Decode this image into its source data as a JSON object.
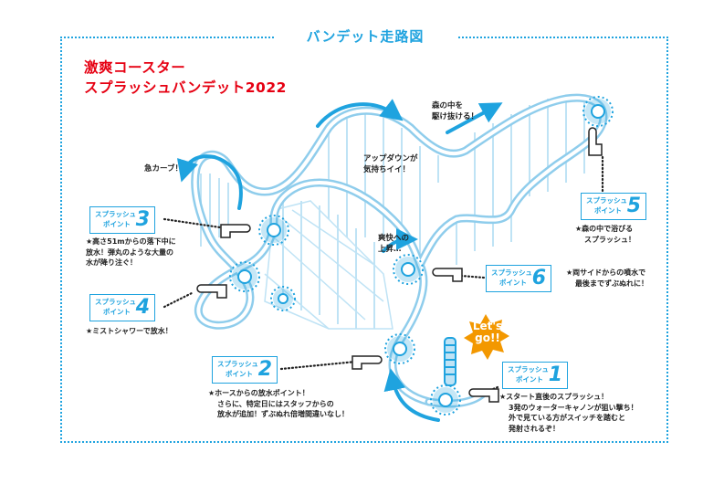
{
  "header": "バンデット走路図",
  "title": {
    "line1": "激爽コースター",
    "line2": "スプラッシュバンデット2022"
  },
  "callouts": {
    "kyu_curve": "急カーブ！",
    "updown_1": "アップダウンが",
    "updown_2": "気持ちイイ！",
    "forest_1": "森の中を",
    "forest_2": "駆け抜ける！",
    "soukai_1": "爽快への",
    "soukai_2": "上昇…"
  },
  "go_badge": {
    "line1": "Let's",
    "line2": "go!!"
  },
  "points": [
    {
      "name_1": "スプラッシュ",
      "name_2": "ポイント",
      "num": "1",
      "desc": [
        "★スタート直後のスプラッシュ！",
        "3発のウォーターキャノンが狙い撃ち！",
        "外で見ている方がスイッチを踏むと",
        "発射されるぞ！"
      ]
    },
    {
      "name_1": "スプラッシュ",
      "name_2": "ポイント",
      "num": "2",
      "desc": [
        "★ホースからの放水ポイント！",
        "さらに、特定日にはスタッフからの",
        "放水が追加！ずぶぬれ倍増間違いなし！"
      ]
    },
    {
      "name_1": "スプラッシュ",
      "name_2": "ポイント",
      "num": "3",
      "desc": [
        "★高さ51mからの落下中に",
        "放水！弾丸のような大量の",
        "水が降り注ぐ！"
      ]
    },
    {
      "name_1": "スプラッシュ",
      "name_2": "ポイント",
      "num": "4",
      "desc": [
        "★ミストシャワーで放水！"
      ]
    },
    {
      "name_1": "スプラッシュ",
      "name_2": "ポイント",
      "num": "5",
      "desc": [
        "★森の中で浴びる",
        "スプラッシュ！"
      ]
    },
    {
      "name_1": "スプラッシュ",
      "name_2": "ポイント",
      "num": "6",
      "desc": [
        "★両サイドからの噴水で",
        "最後までずぶぬれに！"
      ]
    }
  ],
  "colors": {
    "accent": "#1fa3df",
    "track": "#bfe3f5",
    "title_red": "#e60012",
    "go_orange": "#f39800"
  }
}
